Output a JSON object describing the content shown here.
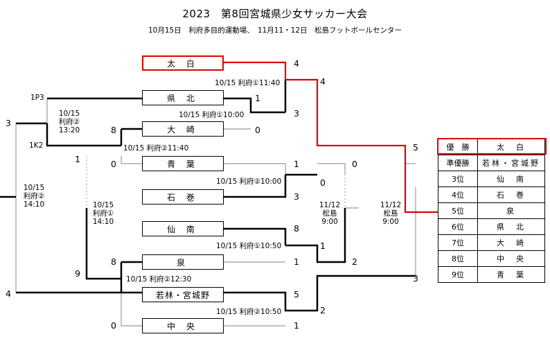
{
  "title": "2023　第8回宮城県少女サッカー大会",
  "subtitle": "10月15日　利府多目的運動場、　11月11・12日　松島フットボールセンター",
  "teams": {
    "taihaku": "太 白",
    "kenpoku": "県 北",
    "osaki": "大 崎",
    "seiyo": "青 葉",
    "ishinomaki": "石 巻",
    "sennan": "仙 南",
    "izumi": "泉",
    "wakabayashi": "若林・宮城野",
    "chuo": "中 央"
  },
  "match_labels": {
    "m1": "10/15 利府①10:00",
    "m2": "10/15 利府②11:40",
    "m3": "10/15 利府②10:00",
    "m4": "10/15 利府①10:50",
    "m5": "10/15 利府②12:30",
    "m6": "10/15 利府②10:50",
    "m7": "10/15 利府①11:40"
  },
  "stacked_labels": {
    "s1": "10/15\n利府②\n13:20",
    "s2": "10/15\n利府②\n14:10",
    "s3": "10/15\n利府①\n14:10",
    "s4": "11/12\n松島\n9:00",
    "s5": "11/12\n松島\n9:00"
  },
  "seeds": {
    "p1": "1P3",
    "p2": "1K2"
  },
  "scores": {
    "taihaku_final": "4",
    "semi_top": "4",
    "kenpoku": "1",
    "kenpoku_r2": "3",
    "osaki_r2": "0",
    "osaki": "8",
    "left_3": "3",
    "seiyo_left": "1",
    "seiyo_0": "0",
    "seiyo_r": "1",
    "ishinomaki_r": "3",
    "right_0a": "0",
    "right_0b": "0",
    "final_5": "5",
    "sennan_r": "8",
    "izumi_r": "1",
    "mid_1": "1",
    "mid_2": "2",
    "izumi_l": "8",
    "left_9": "9",
    "left_4": "4",
    "waka_r": "5",
    "chuo_r": "1",
    "chuo_l": "0",
    "low_2": "2",
    "final_3": "3"
  },
  "standings": [
    {
      "rank": "優　勝",
      "team": "太　白"
    },
    {
      "rank": "準優勝",
      "team": "若林・宮城野"
    },
    {
      "rank": "3位",
      "team": "仙　南"
    },
    {
      "rank": "4位",
      "team": "石　巻"
    },
    {
      "rank": "5位",
      "team": "泉"
    },
    {
      "rank": "6位",
      "team": "県　北"
    },
    {
      "rank": "7位",
      "team": "大　崎"
    },
    {
      "rank": "8位",
      "team": "中　央"
    },
    {
      "rank": "9位",
      "team": "青　葉"
    }
  ],
  "colors": {
    "highlight": "#e00000",
    "line": "#000000",
    "loser_line": "#999999"
  }
}
